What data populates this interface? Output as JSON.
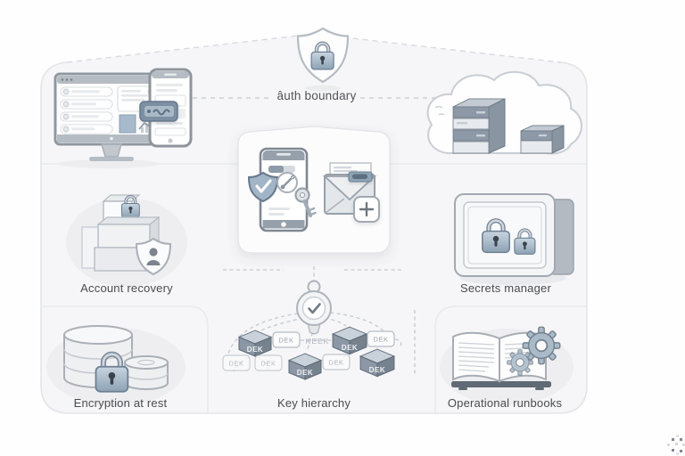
{
  "auth_boundary": {
    "label": "âuth boundary"
  },
  "sections": {
    "account_recovery": {
      "label": "Account recovery"
    },
    "secrets_manager": {
      "label": "Secrets manager"
    },
    "encryption_at_rest": {
      "label": "Encryption at rest"
    },
    "key_hierarchy": {
      "label": "Key hierarchy"
    },
    "operational_runbooks": {
      "label": "Operational runbooks"
    }
  },
  "key_hierarchy": {
    "root_icon": "master-key-check-icon",
    "level2": [
      {
        "label": "DEK",
        "kind": "cube-dark"
      },
      {
        "label": "DEK",
        "kind": "tag"
      },
      {
        "label": "KEEK",
        "kind": "plain-text"
      },
      {
        "label": "DEK",
        "kind": "cube-dark"
      },
      {
        "label": "DEK",
        "kind": "tag"
      }
    ],
    "level3": [
      {
        "label": "DEK",
        "kind": "tag-faded"
      },
      {
        "label": "DEK",
        "kind": "tag-faded"
      },
      {
        "label": "DEK",
        "kind": "cube-dark"
      },
      {
        "label": "DEK",
        "kind": "tag-faded"
      },
      {
        "label": "DEK",
        "kind": "cube-dark"
      }
    ]
  },
  "illustrations": {
    "top_center": "shield-lock",
    "top_left": "desktop-dashboard-with-phone",
    "top_right": "cloud-with-server-stacks",
    "center": "phone-shield-check-key-envelope-plus",
    "middle_left": "stacked-boxes-lock-user-shield",
    "middle_right": "vault-with-two-padlocks",
    "bottom_left": "database-cylinders-with-padlock",
    "bottom_center": "key-hierarchy-tree",
    "bottom_right": "open-runbook-with-gears"
  },
  "colors": {
    "boundary_fill": "#f6f6f8",
    "boundary_stroke": "#e3e4e8",
    "divider": "#e9eaed",
    "dash": "#c3c8cf",
    "steel_accent": "#93a7b9",
    "lock_dark": "#3a434e",
    "ink": "#4b4c51"
  }
}
